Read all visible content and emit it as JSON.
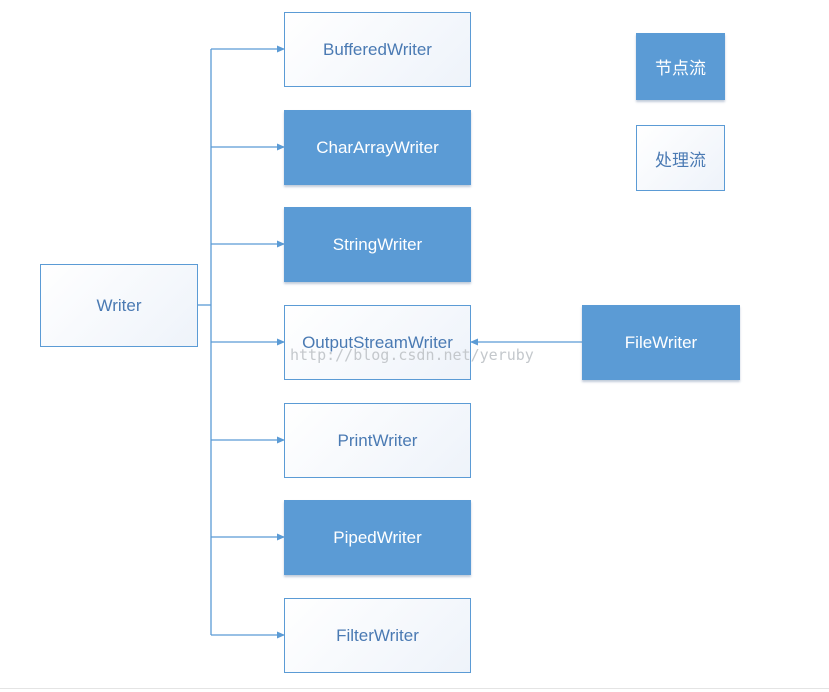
{
  "diagram": {
    "root": {
      "label": "Writer"
    },
    "children": [
      {
        "label": "BufferedWriter",
        "style": "plain"
      },
      {
        "label": "CharArrayWriter",
        "style": "filled"
      },
      {
        "label": "StringWriter",
        "style": "filled"
      },
      {
        "label": "OutputStreamWriter",
        "style": "plain"
      },
      {
        "label": "PrintWriter",
        "style": "plain"
      },
      {
        "label": "PipedWriter",
        "style": "filled"
      },
      {
        "label": "FilterWriter",
        "style": "plain"
      }
    ],
    "subclass": {
      "label": "FileWriter",
      "style": "filled",
      "parent": "OutputStreamWriter"
    },
    "legend": {
      "node_stream": "节点流",
      "processing_stream": "处理流"
    },
    "watermark": "http://blog.csdn.net/yeruby",
    "colors": {
      "fill": "#5b9bd5",
      "line": "#5b9bd5",
      "text_plain": "#4a7ab3",
      "text_filled": "#ffffff"
    }
  }
}
